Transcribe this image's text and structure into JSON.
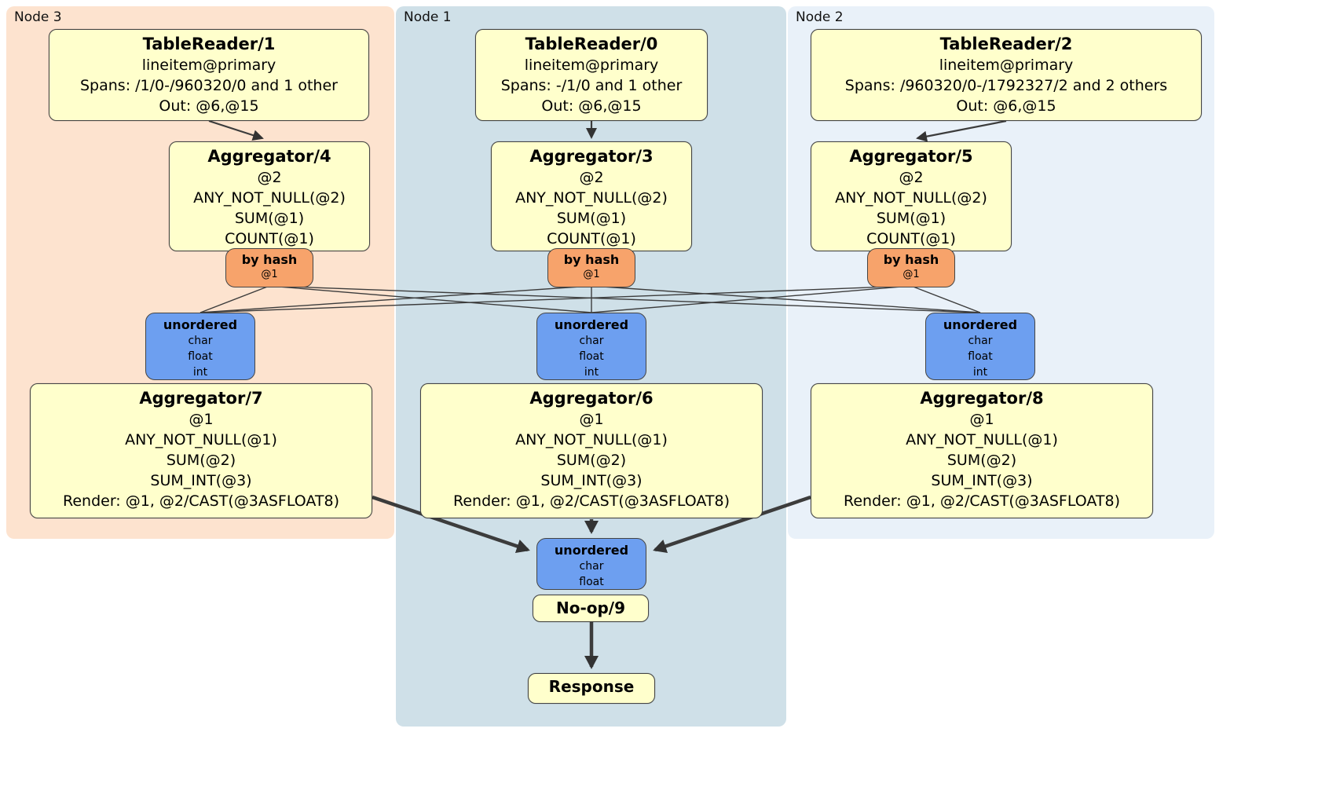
{
  "colors": {
    "node3_bg": "#fde3cf",
    "node1_bg": "#cfe0e8",
    "node2_bg": "#e9f1f9",
    "box_bg": "#ffffcc",
    "box_border": "#444444",
    "router_bg": "#f7a36b",
    "sync_bg": "#6d9ff0",
    "edge_color": "#3c3c3c"
  },
  "regions": {
    "node3": {
      "label": "Node 3"
    },
    "node1": {
      "label": "Node 1"
    },
    "node2": {
      "label": "Node 2"
    }
  },
  "processors": {
    "tablereader1": {
      "title": "TableReader/1",
      "lines": [
        "lineitem@primary",
        "Spans: /1/0-/960320/0 and 1 other",
        "Out: @6,@15"
      ]
    },
    "tablereader0": {
      "title": "TableReader/0",
      "lines": [
        "lineitem@primary",
        "Spans: -/1/0 and 1 other",
        "Out: @6,@15"
      ]
    },
    "tablereader2": {
      "title": "TableReader/2",
      "lines": [
        "lineitem@primary",
        "Spans: /960320/0-/1792327/2 and 2 others",
        "Out: @6,@15"
      ]
    },
    "aggregator4": {
      "title": "Aggregator/4",
      "lines": [
        "@2",
        "ANY_NOT_NULL(@2)",
        "SUM(@1)",
        "COUNT(@1)"
      ]
    },
    "aggregator3": {
      "title": "Aggregator/3",
      "lines": [
        "@2",
        "ANY_NOT_NULL(@2)",
        "SUM(@1)",
        "COUNT(@1)"
      ]
    },
    "aggregator5": {
      "title": "Aggregator/5",
      "lines": [
        "@2",
        "ANY_NOT_NULL(@2)",
        "SUM(@1)",
        "COUNT(@1)"
      ]
    },
    "aggregator7": {
      "title": "Aggregator/7",
      "lines": [
        "@1",
        "ANY_NOT_NULL(@1)",
        "SUM(@2)",
        "SUM_INT(@3)",
        "Render: @1, @2/CAST(@3ASFLOAT8)"
      ]
    },
    "aggregator6": {
      "title": "Aggregator/6",
      "lines": [
        "@1",
        "ANY_NOT_NULL(@1)",
        "SUM(@2)",
        "SUM_INT(@3)",
        "Render: @1, @2/CAST(@3ASFLOAT8)"
      ]
    },
    "aggregator8": {
      "title": "Aggregator/8",
      "lines": [
        "@1",
        "ANY_NOT_NULL(@1)",
        "SUM(@2)",
        "SUM_INT(@3)",
        "Render: @1, @2/CAST(@3ASFLOAT8)"
      ]
    },
    "noop9": {
      "title": "No-op/9"
    },
    "response": {
      "title": "Response"
    }
  },
  "routers": {
    "byhash_node3": {
      "title": "by hash",
      "detail": "@1"
    },
    "byhash_node1": {
      "title": "by hash",
      "detail": "@1"
    },
    "byhash_node2": {
      "title": "by hash",
      "detail": "@1"
    }
  },
  "synchronizers": {
    "unordered_node3": {
      "title": "unordered",
      "lines": [
        "char",
        "float",
        "int"
      ]
    },
    "unordered_node1": {
      "title": "unordered",
      "lines": [
        "char",
        "float",
        "int"
      ]
    },
    "unordered_node2": {
      "title": "unordered",
      "lines": [
        "char",
        "float",
        "int"
      ]
    },
    "unordered_final": {
      "title": "unordered",
      "lines": [
        "char",
        "float"
      ]
    }
  }
}
